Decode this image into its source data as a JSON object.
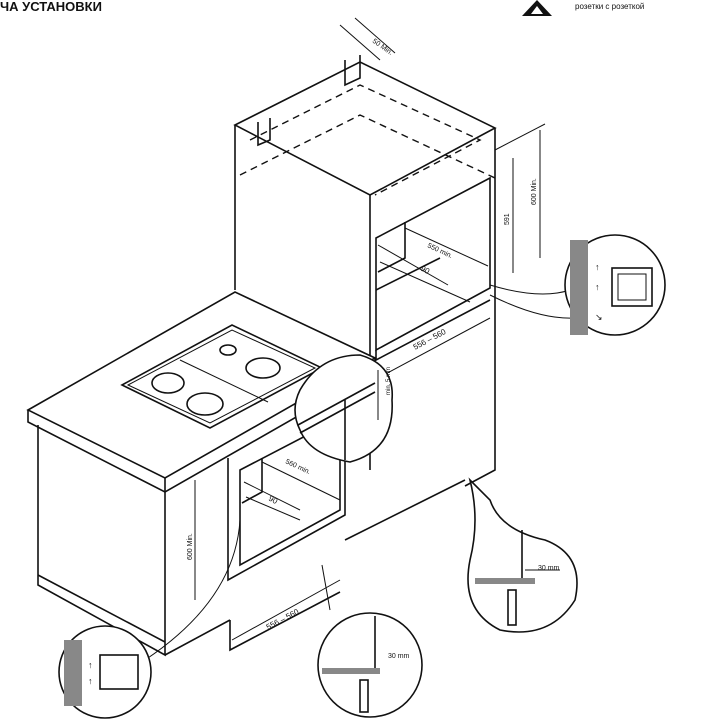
{
  "header": {
    "title_fragment": "ЧА УСТАНОВКИ",
    "note_fragment": "розетки с розеткой"
  },
  "dimensions": {
    "top_clearance": "50 Min.",
    "tall_depth": "550 min.",
    "tall_vent": "90",
    "tall_width": "556 – 560",
    "tall_height": "591",
    "tall_min_height": "600 Min.",
    "hob_gap": "min. 5 mm",
    "base_depth": "560 min.",
    "base_vent": "90",
    "base_height": "600 Min.",
    "base_width": "556 – 560",
    "detail_gap_right": "30 mm",
    "detail_gap_bottom": "30 mm"
  }
}
